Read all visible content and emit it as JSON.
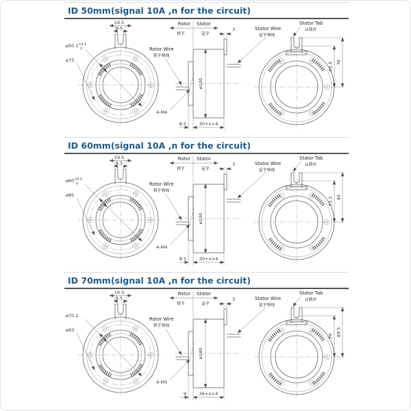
{
  "page": {
    "accent_color": "#1e5a8c",
    "rule_color": "#4d5257"
  },
  "shared": {
    "rotor": "Rotor",
    "rotor_cn": "转子",
    "stator": "Stator",
    "stator_cn": "定子",
    "rotor_wire": "Rotor Wire",
    "rotor_wire_cn": "转子导线",
    "stator_wire": "Stator Wire",
    "stator_wire_cn": "定子导线",
    "stator_tab": "Stator Tab",
    "stator_tab_cn": "止转片",
    "tab_width": "19.5",
    "tab_slot_width": "9.5",
    "tab_thickness": "3"
  },
  "sections": [
    {
      "title": "ID 50mm(signal 10A ,n for the circuit)",
      "front": {
        "bore_dia": "ø50.1",
        "bore_tol_up": "+0.1",
        "bore_tol_dn": "0",
        "flange_dia": "ø75"
      },
      "side": {
        "body_dia": "ø120",
        "flange_screws": "4-M4",
        "flange_thickness": "8.5",
        "body_length": "30+n×4"
      },
      "back": {
        "tab_height": "65.5",
        "overall_height": "76"
      }
    },
    {
      "title": "ID 60mm(signal 10A ,n for the circuit)",
      "front": {
        "bore_dia": "ø60",
        "bore_tol_up": "+0.1",
        "bore_tol_dn": "0",
        "flange_dia": "ø85"
      },
      "side": {
        "body_dia": "ø130",
        "flange_screws": "4-M4",
        "flange_thickness": "8.5",
        "body_length": "30+n×4"
      },
      "back": {
        "tab_height": "73.5",
        "overall_height": "84"
      }
    },
    {
      "title": "ID 70mm(signal 10A ,n for the circuit)",
      "front": {
        "bore_dia": "ø70.2",
        "bore_tol_up": "",
        "bore_tol_dn": "",
        "flange_dia": "ø93"
      },
      "side": {
        "body_dia": "ø140",
        "flange_screws": "4-M5",
        "flange_thickness": "9",
        "body_length": "36+n×4"
      },
      "back": {
        "tab_height": "79",
        "overall_height": "89.5"
      }
    }
  ]
}
